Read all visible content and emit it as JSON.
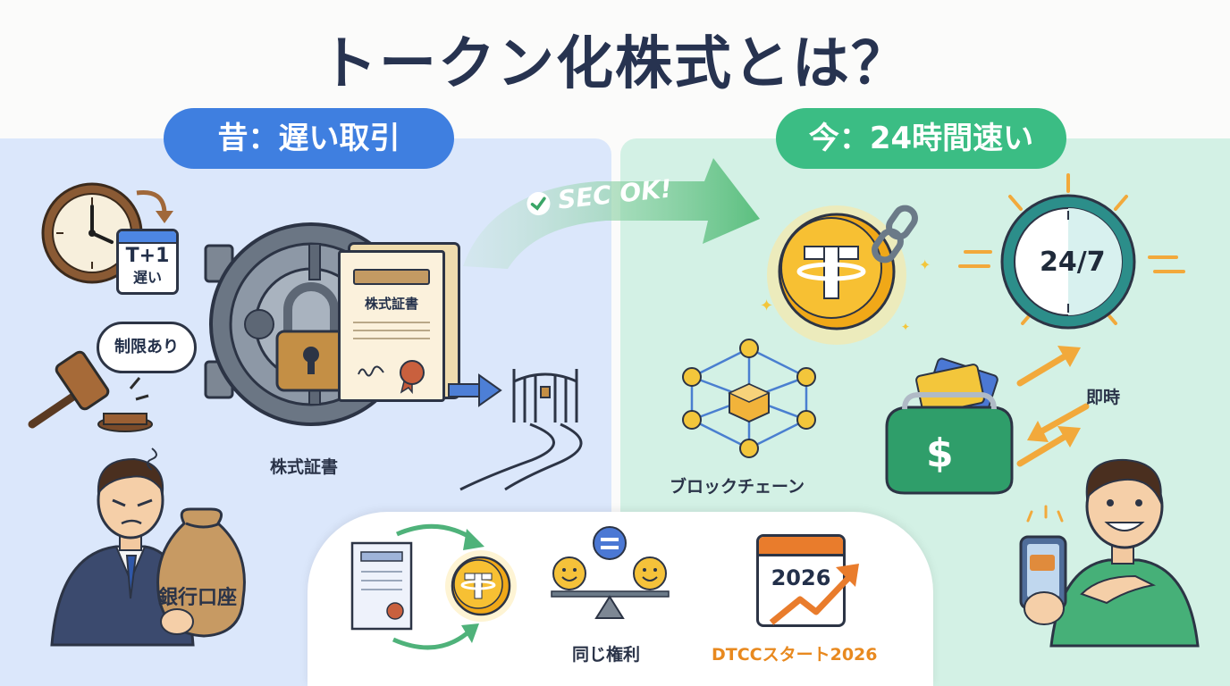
{
  "title": "トークン化株式とは？",
  "left": {
    "header": "昔：遅い取引",
    "calendar_line1": "T+1",
    "calendar_line2": "遅い",
    "speech": "制限あり",
    "certificate_text": "株式証書",
    "vault_label": "株式証書",
    "bag_text": "銀行口座"
  },
  "middle": {
    "arrow_text": "SEC OK!"
  },
  "right": {
    "header": "今：24時間速い",
    "clock_text": "24/7",
    "instant_label": "即時",
    "blockchain_label": "ブロックチェーン"
  },
  "bottom": {
    "equal_label": "同じ権利",
    "calendar_year": "2026",
    "dtcc_label": "DTCCスタート2026"
  },
  "colors": {
    "blue_accent": "#3f7fe0",
    "green_accent": "#3bbd84",
    "orange_accent": "#e8891f",
    "coin_gold": "#f5b41f"
  }
}
